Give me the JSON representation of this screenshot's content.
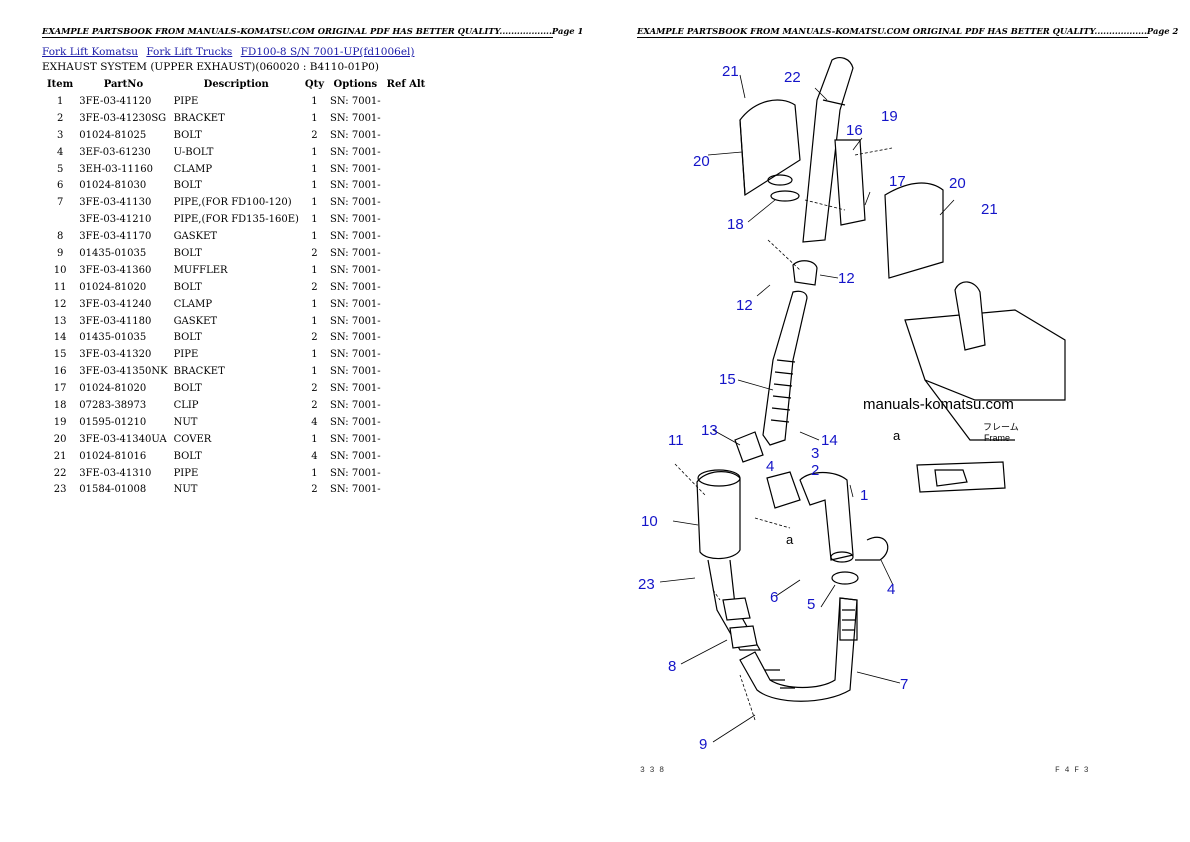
{
  "header_text": "EXAMPLE PARTSBOOK FROM MANUALS-KOMATSU.COM ORIGINAL PDF HAS BETTER QUALITY..................Page 1",
  "header_text_2": "EXAMPLE PARTSBOOK FROM MANUALS-KOMATSU.COM ORIGINAL PDF HAS BETTER QUALITY..................Page 2",
  "breadcrumb": {
    "link1": "Fork Lift Komatsu",
    "link2": "Fork Lift Trucks",
    "link3": "FD100-8 S/N  7001-UP(fd1006el)"
  },
  "subtitle": "EXHAUST SYSTEM (UPPER EXHAUST)(060020 : B4110-01P0)",
  "columns": [
    "Item",
    "PartNo",
    "Description",
    "Qty",
    "Options",
    "Ref Alt"
  ],
  "rows": [
    [
      "1",
      "3FE-03-41120",
      "PIPE",
      "1",
      "SN: 7001-",
      ""
    ],
    [
      "2",
      "3FE-03-41230SG",
      "BRACKET",
      "1",
      "SN: 7001-",
      ""
    ],
    [
      "3",
      "01024-81025",
      "BOLT",
      "2",
      "SN: 7001-",
      ""
    ],
    [
      "4",
      "3EF-03-61230",
      "U-BOLT",
      "1",
      "SN: 7001-",
      ""
    ],
    [
      "5",
      "3EH-03-11160",
      "CLAMP",
      "1",
      "SN: 7001-",
      ""
    ],
    [
      "6",
      "01024-81030",
      "BOLT",
      "1",
      "SN: 7001-",
      ""
    ],
    [
      "7",
      "3FE-03-41130",
      "PIPE,(FOR FD100-120)",
      "1",
      "SN: 7001-",
      ""
    ],
    [
      "",
      "3FE-03-41210",
      "PIPE,(FOR FD135-160E)",
      "1",
      "SN: 7001-",
      ""
    ],
    [
      "8",
      "3FE-03-41170",
      "GASKET",
      "1",
      "SN: 7001-",
      ""
    ],
    [
      "9",
      "01435-01035",
      "BOLT",
      "2",
      "SN: 7001-",
      ""
    ],
    [
      "10",
      "3FE-03-41360",
      "MUFFLER",
      "1",
      "SN: 7001-",
      ""
    ],
    [
      "11",
      "01024-81020",
      "BOLT",
      "2",
      "SN: 7001-",
      ""
    ],
    [
      "12",
      "3FE-03-41240",
      "CLAMP",
      "1",
      "SN: 7001-",
      ""
    ],
    [
      "13",
      "3FE-03-41180",
      "GASKET",
      "1",
      "SN: 7001-",
      ""
    ],
    [
      "14",
      "01435-01035",
      "BOLT",
      "2",
      "SN: 7001-",
      ""
    ],
    [
      "15",
      "3FE-03-41320",
      "PIPE",
      "1",
      "SN: 7001-",
      ""
    ],
    [
      "16",
      "3FE-03-41350NK",
      "BRACKET",
      "1",
      "SN: 7001-",
      ""
    ],
    [
      "17",
      "01024-81020",
      "BOLT",
      "2",
      "SN: 7001-",
      ""
    ],
    [
      "18",
      "07283-38973",
      "CLIP",
      "2",
      "SN: 7001-",
      ""
    ],
    [
      "19",
      "01595-01210",
      "NUT",
      "4",
      "SN: 7001-",
      ""
    ],
    [
      "20",
      "3FE-03-41340UA",
      "COVER",
      "1",
      "SN: 7001-",
      ""
    ],
    [
      "21",
      "01024-81016",
      "BOLT",
      "4",
      "SN: 7001-",
      ""
    ],
    [
      "22",
      "3FE-03-41310",
      "PIPE",
      "1",
      "SN: 7001-",
      ""
    ],
    [
      "23",
      "01584-01008",
      "NUT",
      "2",
      "SN: 7001-",
      ""
    ]
  ],
  "diagram": {
    "callouts": [
      "21",
      "22",
      "16",
      "19",
      "20",
      "17",
      "20",
      "21",
      "18",
      "12",
      "12",
      "15",
      "13",
      "11",
      "14",
      "3",
      "2",
      "4",
      "1",
      "10",
      "4",
      "23",
      "6",
      "5",
      "8",
      "7",
      "9"
    ],
    "watermark": "manuals-komatsu.com",
    "frame_note_a": "a",
    "frame_note_jp": "フレーム",
    "frame_note_en": "Frame",
    "arrow_note_a": "a",
    "footer_left": "3 3 8",
    "footer_right": "F 4 F 3"
  }
}
